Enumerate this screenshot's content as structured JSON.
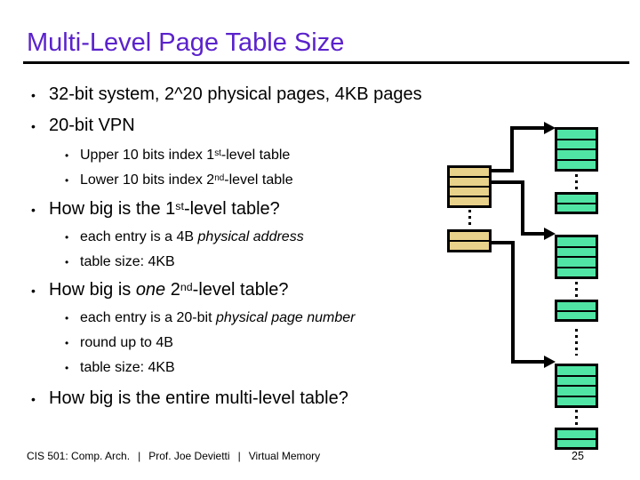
{
  "slide": {
    "title": "Multi-Level Page Table Size",
    "title_color": "#5B22CC",
    "bullet_char": "•",
    "bullets": [
      {
        "level": 1,
        "segments": [
          {
            "text": "32-bit system, 2^20 physical pages, 4KB pages",
            "style": "normal"
          }
        ]
      },
      {
        "level": 1,
        "segments": [
          {
            "text": "20-bit VPN",
            "style": "normal"
          }
        ]
      },
      {
        "level": 2,
        "segments": [
          {
            "text": "Upper 10 bits index 1",
            "style": "normal"
          },
          {
            "text": "st",
            "style": "superscript"
          },
          {
            "text": "-level table",
            "style": "normal"
          }
        ]
      },
      {
        "level": 2,
        "segments": [
          {
            "text": "Lower 10 bits index 2",
            "style": "normal"
          },
          {
            "text": "nd",
            "style": "superscript"
          },
          {
            "text": "-level table",
            "style": "normal"
          }
        ]
      },
      {
        "level": 1,
        "segments": [
          {
            "text": "How big is the 1",
            "style": "normal"
          },
          {
            "text": "st",
            "style": "superscript"
          },
          {
            "text": "-level table?",
            "style": "normal"
          }
        ]
      },
      {
        "level": 2,
        "segments": [
          {
            "text": "each entry is a 4B ",
            "style": "normal"
          },
          {
            "text": "physical address",
            "style": "italic"
          }
        ]
      },
      {
        "level": 2,
        "segments": [
          {
            "text": "table size: 4KB",
            "style": "normal"
          }
        ]
      },
      {
        "level": 1,
        "segments": [
          {
            "text": "How big is ",
            "style": "normal"
          },
          {
            "text": "one",
            "style": "italic"
          },
          {
            "text": " 2",
            "style": "normal"
          },
          {
            "text": "nd",
            "style": "superscript"
          },
          {
            "text": "-level table?",
            "style": "normal"
          }
        ]
      },
      {
        "level": 2,
        "segments": [
          {
            "text": "each entry is a 20-bit ",
            "style": "normal"
          },
          {
            "text": "physical page number",
            "style": "italic"
          }
        ]
      },
      {
        "level": 2,
        "segments": [
          {
            "text": "round up to 4B",
            "style": "normal"
          }
        ]
      },
      {
        "level": 2,
        "segments": [
          {
            "text": "table size: 4KB",
            "style": "normal"
          }
        ]
      },
      {
        "level": 1,
        "segments": [
          {
            "text": "How big is the entire multi-level table?",
            "style": "normal"
          }
        ]
      }
    ]
  },
  "footer": {
    "course": "CIS 501: Comp. Arch.",
    "separator": "|",
    "professor": "Prof. Joe Devietti",
    "topic": "Virtual Memory",
    "page_number": "25"
  },
  "diagram": {
    "colors": {
      "first_level_fill": "#E8D18A",
      "second_level_fill": "#50E5A4",
      "line": "#000000"
    },
    "tables": [
      {
        "name": "first-level-table-top",
        "level": 1,
        "rows": 4
      },
      {
        "name": "first-level-table-bottom",
        "level": 1,
        "rows": 2
      },
      {
        "name": "second-level-table-1",
        "level": 2,
        "rows": 4
      },
      {
        "name": "second-level-table-1-continued",
        "level": 2,
        "rows": 2
      },
      {
        "name": "second-level-table-2",
        "level": 2,
        "rows": 4
      },
      {
        "name": "second-level-table-2-continued",
        "level": 2,
        "rows": 2
      },
      {
        "name": "second-level-table-3",
        "level": 2,
        "rows": 4
      },
      {
        "name": "second-level-table-3-continued",
        "level": 2,
        "rows": 2
      }
    ],
    "links": [
      {
        "from": "first-level-table-top-entry-1",
        "to": "second-level-table-1"
      },
      {
        "from": "first-level-table-top-entry-2",
        "to": "second-level-table-2"
      },
      {
        "from": "first-level-table-bottom-entry",
        "to": "second-level-table-3"
      }
    ]
  }
}
